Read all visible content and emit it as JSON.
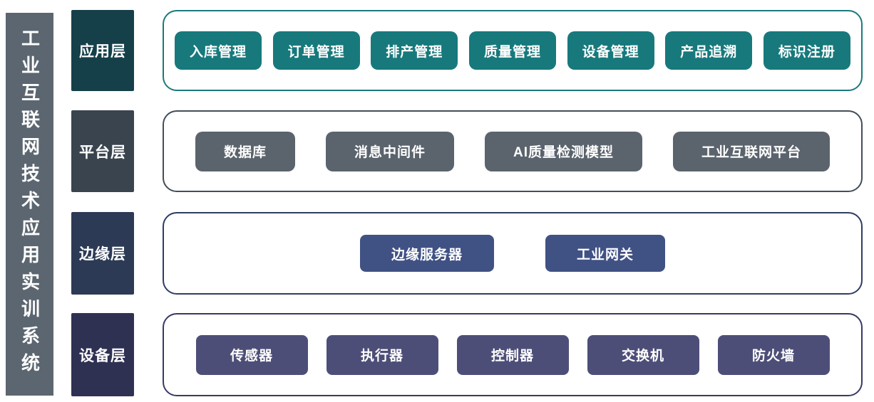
{
  "title": "工业互联网技术应用实训系统",
  "sidebar_bg": "#5b6670",
  "layers": [
    {
      "label": "应用层",
      "items": [
        "入库管理",
        "订单管理",
        "排产管理",
        "质量管理",
        "设备管理",
        "产品追溯",
        "标识注册"
      ],
      "colors": {
        "label_bg": "#15404a",
        "item_bg": "#17797c",
        "border": "#1b7a7c"
      }
    },
    {
      "label": "平台层",
      "items": [
        "数据库",
        "消息中间件",
        "AI质量检测模型",
        "工业互联网平台"
      ],
      "colors": {
        "label_bg": "#3a444e",
        "item_bg": "#5b646d",
        "border": "#434e58"
      }
    },
    {
      "label": "边缘层",
      "items": [
        "边缘服务器",
        "工业网关"
      ],
      "colors": {
        "label_bg": "#2c3a55",
        "item_bg": "#405184",
        "border": "#2f3d63"
      }
    },
    {
      "label": "设备层",
      "items": [
        "传感器",
        "执行器",
        "控制器",
        "交换机",
        "防火墙"
      ],
      "colors": {
        "label_bg": "#2f3153",
        "item_bg": "#4d4e78",
        "border": "#383a64"
      }
    }
  ]
}
